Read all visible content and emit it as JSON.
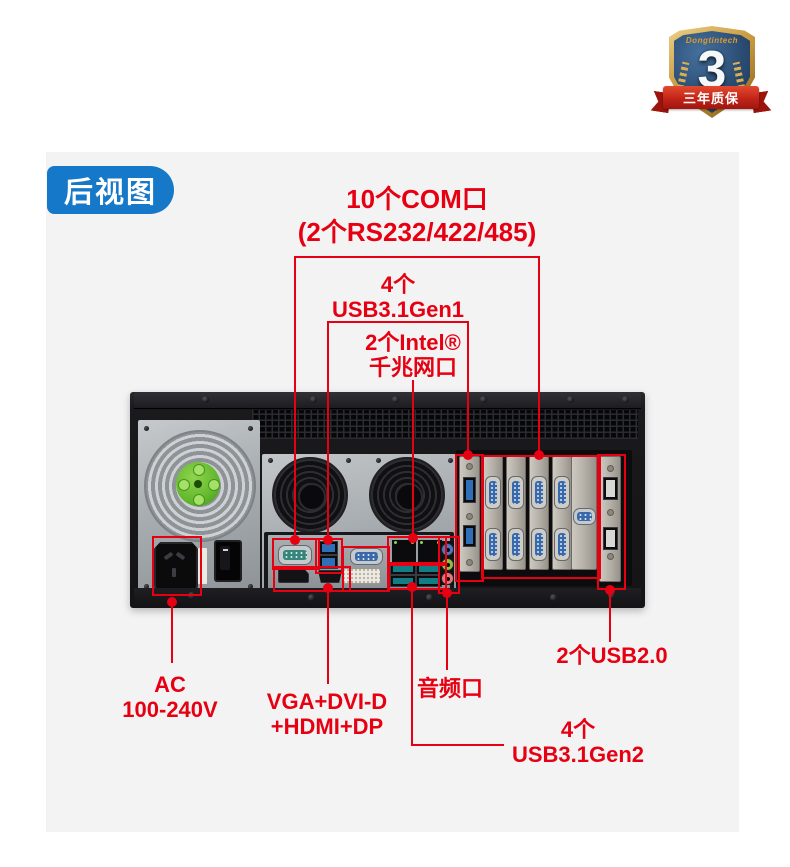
{
  "colors": {
    "annotation_red": "#e60012",
    "label_blue": "#1678c8",
    "panel_gray": "#f3f3f4",
    "badge_navy": "#2b4c72",
    "badge_gold": "#c99a3f",
    "ribbon_red": "#c22418",
    "fan_green": "#63b82e"
  },
  "badge": {
    "brand": "Dongtintech",
    "number": "3",
    "ribbon": "三年质保"
  },
  "view_tag": {
    "label": "后视图"
  },
  "labels": {
    "com": {
      "line1": "10个COM口",
      "line2": "(2个RS232/422/485)"
    },
    "usb31gen1": {
      "line1": "4个",
      "line2": "USB3.1Gen1"
    },
    "lan": {
      "line1": "2个Intel®",
      "line2": "千兆网口"
    },
    "ac": {
      "line1": "AC",
      "line2": "100-240V"
    },
    "video": {
      "line1": "VGA+DVI-D",
      "line2": "+HDMI+DP"
    },
    "audio": {
      "label": "音频口"
    },
    "usb20": {
      "label": "2个USB2.0"
    },
    "usb31gen2": {
      "line1": "4个",
      "line2": "USB3.1Gen2"
    }
  }
}
